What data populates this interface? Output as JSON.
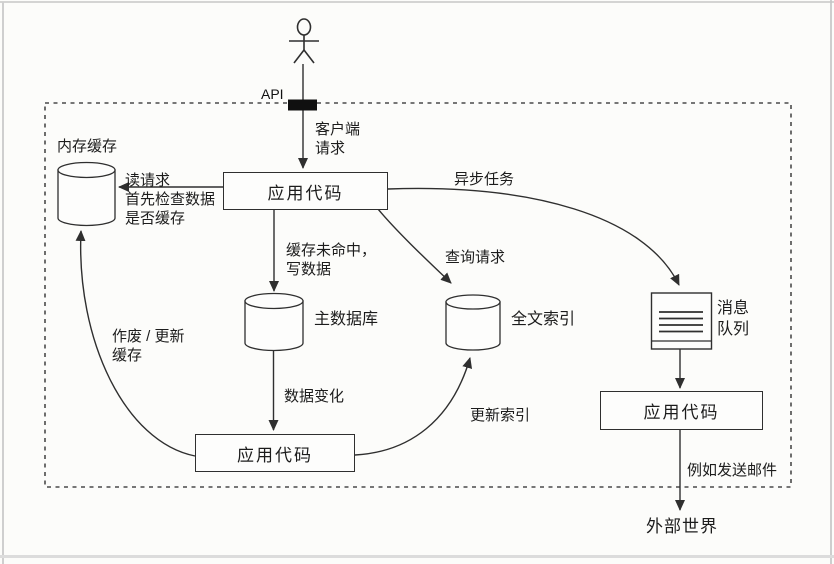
{
  "colors": {
    "line": "#2f2f2f",
    "text": "#1c1c1c",
    "api_bar": "#101010",
    "background": "#fcfcfa",
    "frame_dash": "#4a4a4a"
  },
  "labels": {
    "api": "API",
    "client_request": [
      "客户端",
      "请求"
    ],
    "memory_cache": "内存缓存",
    "read_request": [
      "读请求",
      "首先检查数据",
      "是否缓存"
    ],
    "app_code_top": "应用代码",
    "async_task": "异步任务",
    "cache_miss": [
      "缓存未命中，",
      "写数据"
    ],
    "query_request": "查询请求",
    "primary_db": "主数据库",
    "fulltext_index": "全文索引",
    "message_queue": [
      "消息",
      "队列"
    ],
    "invalidate_cache": [
      "作废 / 更新",
      "缓存"
    ],
    "data_change": "数据变化",
    "app_code_bottom": "应用代码",
    "update_index": "更新索引",
    "app_code_right": "应用代码",
    "send_email": "例如发送邮件",
    "outside_world": "外部世界"
  }
}
